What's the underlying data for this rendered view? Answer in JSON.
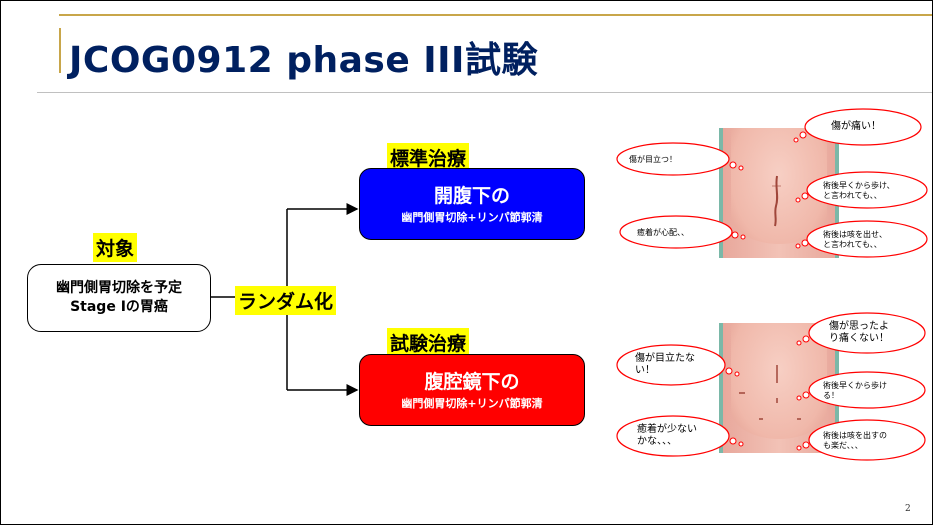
{
  "slide": {
    "title": "JCOG0912 phase III試験",
    "page_number": "2"
  },
  "diagram": {
    "target_label": "対象",
    "target_box": [
      "幽門側胃切除を予定",
      "Stage Iの胃癌"
    ],
    "randomize_label": "ランダム化",
    "standard_label": "標準治療",
    "standard_box": {
      "main": "開腹下の",
      "sub": "幽門側胃切除+リンパ節郭清"
    },
    "trial_label": "試験治療",
    "trial_box": {
      "main": "腹腔鏡下の",
      "sub": "幽門側胃切除+リンパ節郭清"
    },
    "colors": {
      "standard": "#0000ff",
      "trial": "#ff0000",
      "highlight": "#ffff00",
      "title": "#002060",
      "bubble_outline": "#ff0000"
    }
  },
  "bubbles_top": [
    {
      "text": [
        "傷が目立つ！"
      ]
    },
    {
      "text": [
        "傷が痛い！"
      ]
    },
    {
      "text": [
        "術後早くから歩け、",
        "と言われても、、"
      ]
    },
    {
      "text": [
        "癒着が心配、、"
      ]
    },
    {
      "text": [
        "術後は咳を出せ、",
        "と言われても、、"
      ]
    }
  ],
  "bubbles_bottom": [
    {
      "text": [
        "傷が目立たな",
        "い！"
      ]
    },
    {
      "text": [
        "傷が思ったよ",
        "り痛くない！"
      ]
    },
    {
      "text": [
        "術後早くから歩け",
        "る！"
      ]
    },
    {
      "text": [
        "癒着が少ない",
        "かな、、、"
      ]
    },
    {
      "text": [
        "術後は咳を出すの",
        "も楽だ、、、"
      ]
    }
  ]
}
